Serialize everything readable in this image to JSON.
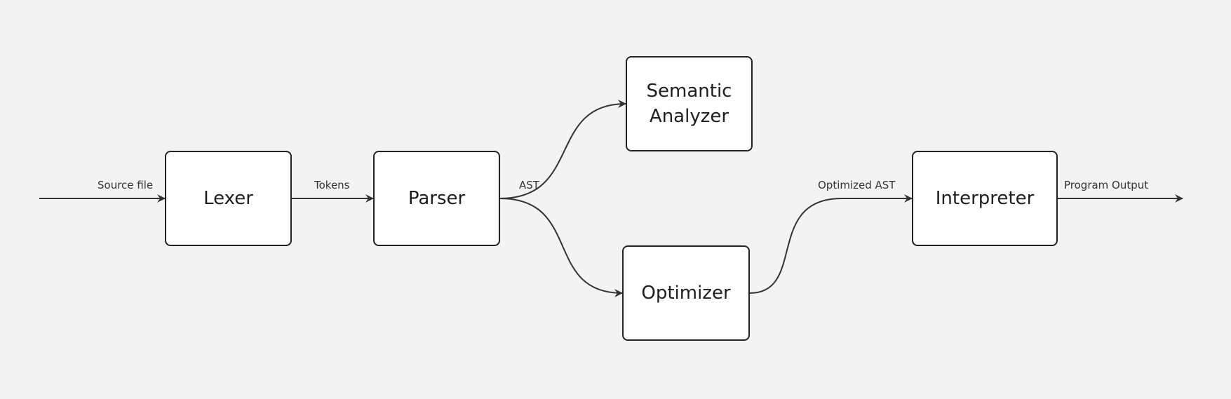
{
  "diagram": {
    "nodes": {
      "lexer": "Lexer",
      "parser": "Parser",
      "semantic": "Semantic\nAnalyzer",
      "optimizer": "Optimizer",
      "interpreter": "Interpreter"
    },
    "edge_labels": {
      "source_file": "Source file",
      "tokens": "Tokens",
      "ast": "AST",
      "optimized_ast": "Optimized AST",
      "program_output": "Program Output"
    },
    "colors": {
      "background": "#f3f3f3",
      "node_fill": "#ffffff",
      "stroke": "#333333"
    }
  }
}
